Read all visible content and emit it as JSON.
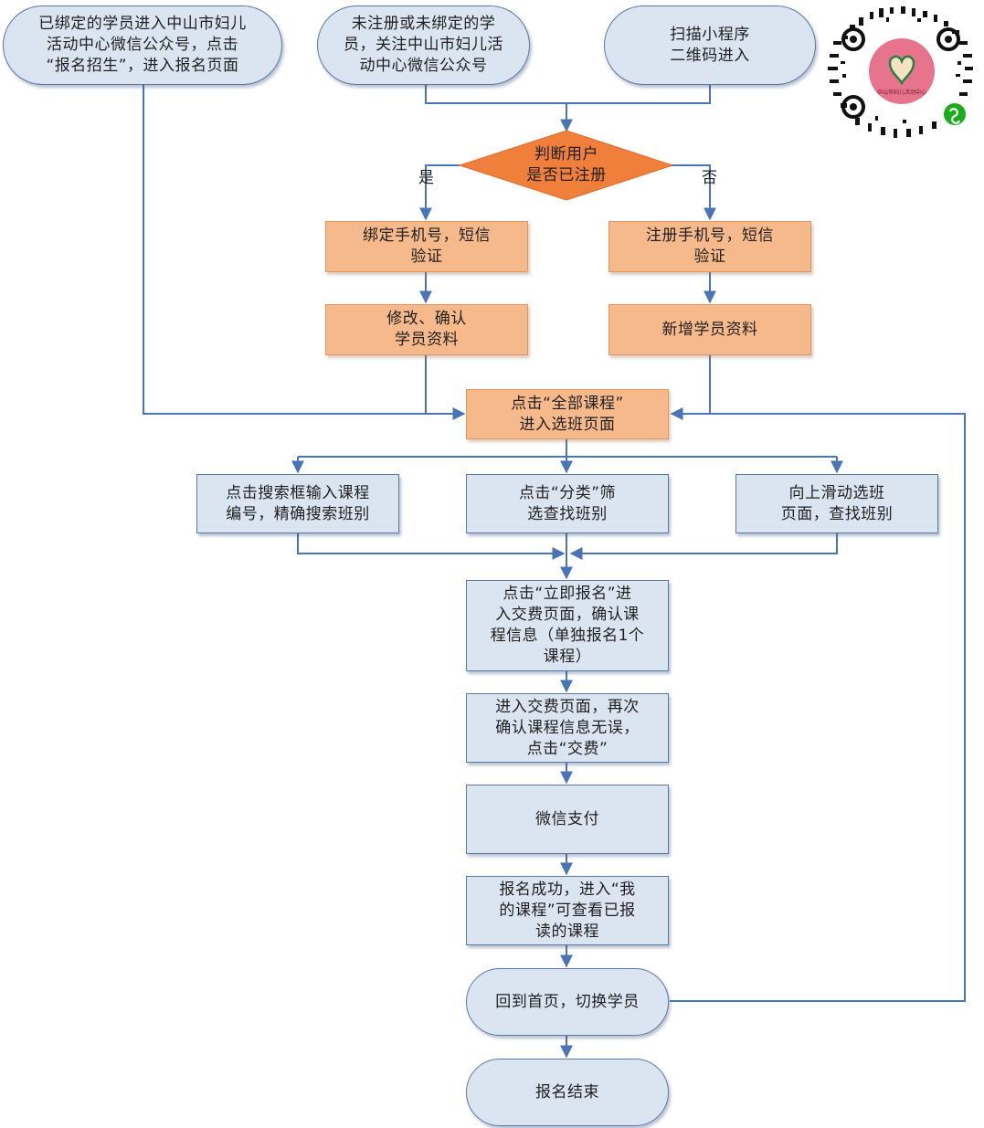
{
  "colors": {
    "blue_fill": "#dbe5f1",
    "blue_border": "#5a7aa6",
    "orange_fill": "#f6b98b",
    "diamond_fill": "#f07f3c",
    "arrow": "#4a74b8",
    "qr_logo_pink": "#e8738c",
    "qr_badge_green": "#1aad19"
  },
  "entries": {
    "bound": "已绑定的学员进入中山市妇儿\n活动中心微信公众号，点击\n“报名招生”，进入报名页面",
    "unregistered": "未注册或未绑定的学\n员，关注中山市妇儿活\n动中心微信公众号",
    "scan": "扫描小程序\n二维码进入"
  },
  "decision": {
    "text": "判断用户\n是否已注册",
    "yes": "是",
    "no": "否"
  },
  "left_branch": {
    "step1": "绑定手机号，短信\n验证",
    "step2": "修改、确认\n学员资料"
  },
  "right_branch": {
    "step1": "注册手机号，短信\n验证",
    "step2": "新增学员资料"
  },
  "all_courses": "点击“全部课程”\n进入选班页面",
  "options": {
    "search": "点击搜索框输入课程\n编号，精确搜索班别",
    "category": "点击“分类”筛\n选查找班别",
    "scroll": "向上滑动选班\n页面，查找班别"
  },
  "steps": {
    "signup_now": "点击“立即报名”进\n入交费页面，确认课\n程信息（单独报名1个\n课程）",
    "pay_page": "进入交费页面，再次\n确认课程信息无误，\n点击“交费”",
    "wechat_pay": "微信支付",
    "success": "报名成功，进入“我\n的课程”可查看已报\n读的课程",
    "home_switch": "回到首页，切换学员",
    "end": "报名结束"
  },
  "qr": {
    "icon": "mini-program-qr-code",
    "logo_text": "中山市妇儿活动中心"
  }
}
